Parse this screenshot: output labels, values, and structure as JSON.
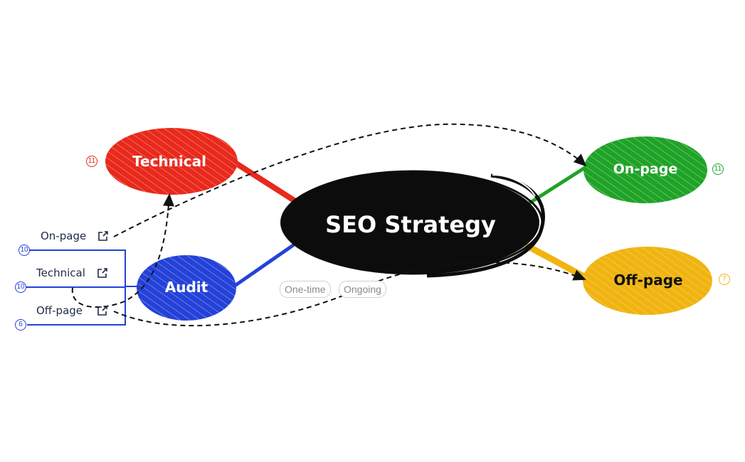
{
  "colors": {
    "central": "#0c0c0c",
    "technical": "#e8291c",
    "audit": "#2442d8",
    "onpage": "#1fa327",
    "offpage": "#f0b410",
    "sub_text": "#1f2a44",
    "tag_text": "#8a8a8a"
  },
  "central": {
    "label": "SEO Strategy"
  },
  "topics": {
    "technical": {
      "label": "Technical",
      "badge": "11"
    },
    "audit": {
      "label": "Audit"
    },
    "onpage": {
      "label": "On-page",
      "badge": "11"
    },
    "offpage": {
      "label": "Off-page",
      "badge": "7"
    }
  },
  "audit_children": [
    {
      "label": "On-page",
      "badge": "10",
      "icon": "external-link-icon"
    },
    {
      "label": "Technical",
      "badge": "10",
      "icon": "external-link-icon"
    },
    {
      "label": "Off-page",
      "badge": "6",
      "icon": "external-link-icon"
    }
  ],
  "tags": [
    "One-time",
    "Ongoing"
  ]
}
